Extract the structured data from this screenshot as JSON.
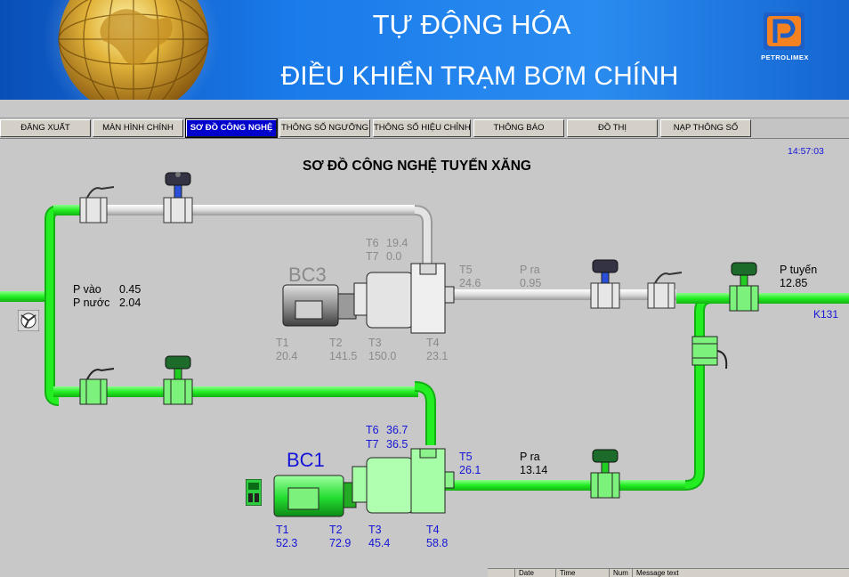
{
  "header": {
    "title": "TỰ ĐỘNG HÓA",
    "subtitle": "ĐIỀU KHIỂN TRẠM BƠM CHÍNH",
    "brand": "PETROLIMEX"
  },
  "nav": {
    "tabs": [
      {
        "label": "ĐĂNG XUẤT"
      },
      {
        "label": "MÀN HÌNH CHÍNH"
      },
      {
        "label": "SƠ ĐỒ CÔNG NGHỆ"
      },
      {
        "label": "THÔNG SỐ NGƯỠNG"
      },
      {
        "label": "THÔNG SỐ HIỆU CHỈNH"
      },
      {
        "label": "THÔNG BÁO"
      },
      {
        "label": "ĐỒ THỊ"
      },
      {
        "label": "NẠP THÔNG SỐ"
      }
    ],
    "active": "SƠ ĐỒ CÔNG NGHỆ"
  },
  "diagram": {
    "title": "SƠ ĐỒ CÔNG NGHỆ TUYẾN XĂNG",
    "clock": "14:57:03",
    "inlet": {
      "p_vao_label": "P vào",
      "p_vao": "0.45",
      "p_nuoc_label": "P nước",
      "p_nuoc": "2.04"
    },
    "outlet": {
      "p_tuyen_label": "P tuyến",
      "p_tuyen": "12.85",
      "line_id": "K131"
    },
    "pump_bc3": {
      "name": "BC3",
      "status": "stopped",
      "t6_label": "T6",
      "t6": "19.4",
      "t7_label": "T7",
      "t7": "0.0",
      "t5_label": "T5",
      "t5": "24.6",
      "p_ra_label": "P ra",
      "p_ra": "0.95",
      "t1_label": "T1",
      "t1": "20.4",
      "t2_label": "T2",
      "t2": "141.5",
      "t3_label": "T3",
      "t3": "150.0",
      "t4_label": "T4",
      "t4": "23.1"
    },
    "pump_bc1": {
      "name": "BC1",
      "status": "running",
      "t6_label": "T6",
      "t6": "36.7",
      "t7_label": "T7",
      "t7": "36.5",
      "t5_label": "T5",
      "t5": "26.1",
      "p_ra_label": "P ra",
      "p_ra": "13.14",
      "t1_label": "T1",
      "t1": "52.3",
      "t2_label": "T2",
      "t2": "72.9",
      "t3_label": "T3",
      "t3": "45.4",
      "t4_label": "T4",
      "t4": "58.8"
    }
  },
  "message_panel": {
    "columns": [
      "Date",
      "Time",
      "Num",
      "Message text"
    ]
  },
  "colors": {
    "header_blue": "#1a7bea",
    "active_pipe": "#22ee22",
    "idle_pipe": "#d0d0d0",
    "active_text": "#1515d8",
    "idle_text": "#8a8a8a",
    "active_tab": "#0000cc"
  }
}
